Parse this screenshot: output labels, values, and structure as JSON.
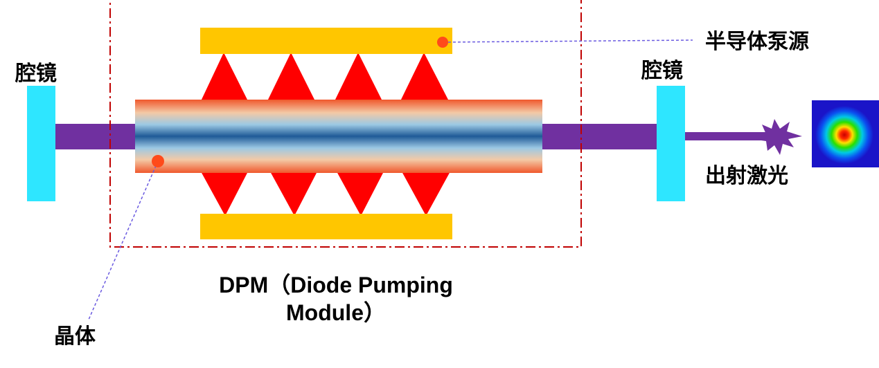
{
  "labels": {
    "cavity_mirror_left": "腔镜",
    "cavity_mirror_right": "腔镜",
    "pump_source": "半导体泵源",
    "output_laser": "出射激光",
    "crystal": "晶体"
  },
  "dpm_caption": {
    "line1": "DPM（Diode Pumping",
    "line2": "Module）"
  },
  "colors": {
    "mirror": "#2EE6FF",
    "beam": "#7030A0",
    "pump_bar": "#FFC600",
    "pump_light": "#FF0000",
    "marker_dot": "#FF4A1A",
    "leader_line": "#6A5AE0",
    "module_border": "#C00000",
    "crystal_edge": "#F0582C",
    "crystal_mid": "#1F5A97",
    "beam_profile_bg": "#1A14C8"
  },
  "icons": {
    "output_burst": "starburst-icon",
    "beam_profile": "gaussian-spot-icon"
  }
}
